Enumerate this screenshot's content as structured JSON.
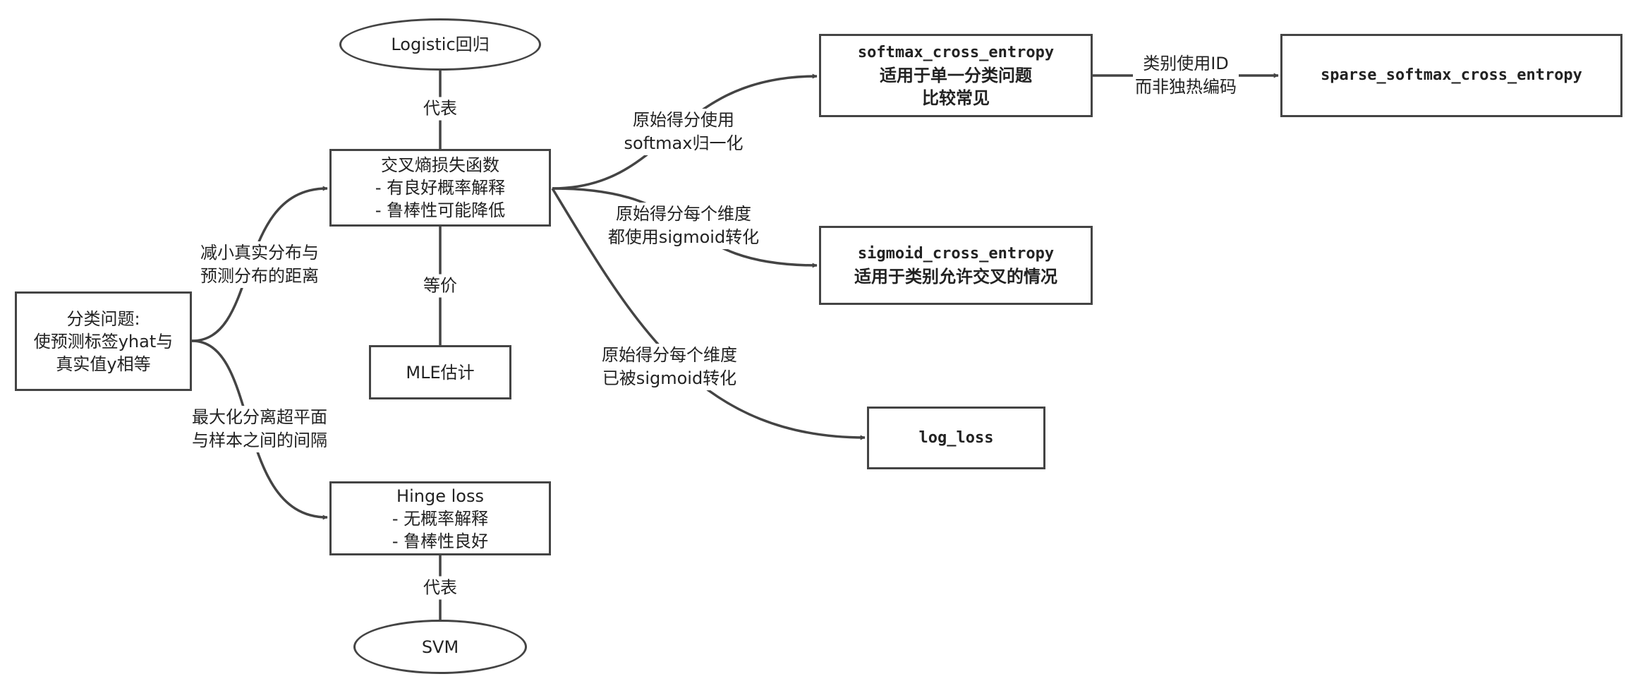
{
  "nodes": {
    "classification": [
      "分类问题:",
      "使预测标签yhat与",
      "真实值y相等"
    ],
    "logistic": "Logistic回归",
    "cross_entropy": [
      "交叉熵损失函数",
      "- 有良好概率解释",
      "- 鲁棒性可能降低"
    ],
    "mle": "MLE估计",
    "hinge": [
      "Hinge loss",
      "- 无概率解释",
      "- 鲁棒性良好"
    ],
    "svm": "SVM",
    "softmax": {
      "name": "softmax_cross_entropy",
      "lines": [
        "适用于单一分类问题",
        "比较常见"
      ]
    },
    "sparse_softmax": "sparse_softmax_cross_entropy",
    "sigmoid": {
      "name": "sigmoid_cross_entropy",
      "lines": [
        "适用于类别允许交叉的情况"
      ]
    },
    "log_loss": "log_loss"
  },
  "edge_labels": {
    "reduce_distance": [
      "减小真实分布与",
      "预测分布的距离"
    ],
    "maximize_margin": [
      "最大化分离超平面",
      "与样本之间的间隔"
    ],
    "represents_top": "代表",
    "equivalent": "等价",
    "represents_bottom": "代表",
    "raw_softmax": [
      "原始得分使用",
      "softmax归一化"
    ],
    "raw_sigmoid": [
      "原始得分每个维度",
      "都使用sigmoid转化"
    ],
    "raw_sigmoided": [
      "原始得分每个维度",
      "已被sigmoid转化"
    ],
    "class_id": [
      "类别使用ID",
      "而非独热编码"
    ]
  },
  "colors": {
    "stroke": "#444444",
    "text": "#222222",
    "background": "#ffffff"
  }
}
